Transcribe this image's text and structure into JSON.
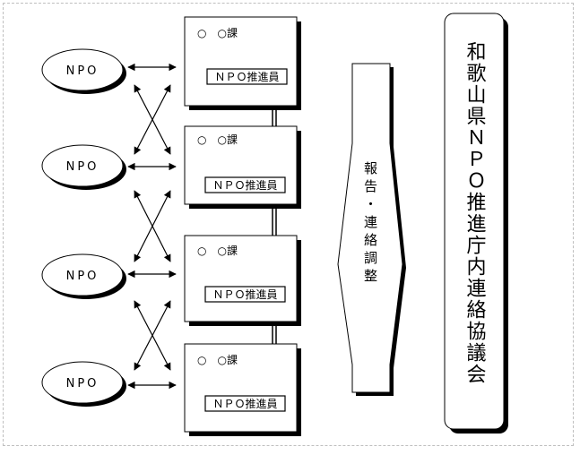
{
  "npo_label": "NPO",
  "dept_label": "○　○課",
  "badge_label": "ＮＰＯ推進員",
  "center_text": "報告・連絡調整",
  "council_text": "和歌山県ＮＰＯ推進庁内連絡協議会"
}
